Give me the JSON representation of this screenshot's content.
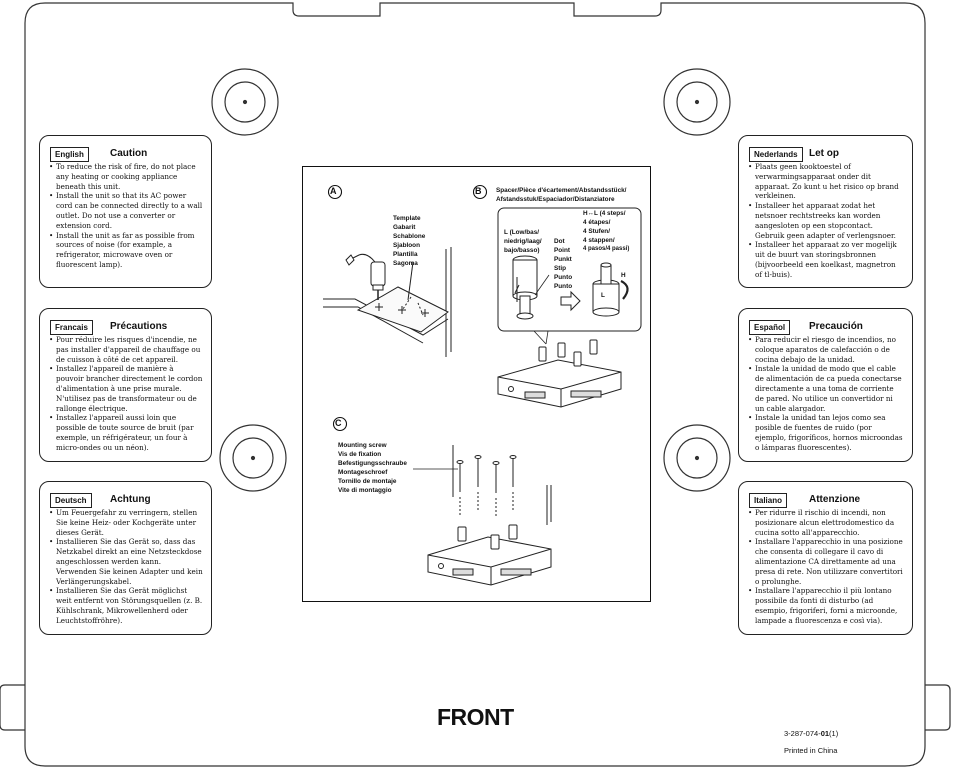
{
  "sections": {
    "english": {
      "lang": "English",
      "title": "Caution",
      "items": [
        "To reduce the risk of fire, do not place any heating or cooking appliance beneath this unit.",
        "Install the unit so that its AC power cord can be connected directly to a wall outlet. Do not use a converter or extension cord.",
        "Install the unit as far as possible from sources of noise (for example, a refrigerator, microwave oven or fluorescent lamp)."
      ]
    },
    "francais": {
      "lang": "Francais",
      "title": "Précautions",
      "items": [
        "Pour réduire les risques d'incendie, ne pas installer d'appareil de chauffage ou de cuisson à côté de cet appareil.",
        "Installez l'appareil de manière à pouvoir brancher directement le cordon d'alimentation à une prise murale. N'utilisez pas de transformateur ou de rallonge électrique.",
        "Installez l'appareil aussi loin que possible de toute source de bruit (par exemple, un réfrigérateur, un four à micro-ondes ou un néon)."
      ]
    },
    "deutsch": {
      "lang": "Deutsch",
      "title": "Achtung",
      "items": [
        "Um Feuergefahr zu verringern, stellen Sie keine Heiz- oder Kochgeräte unter dieses Gerät.",
        "Installieren Sie das Gerät so, dass das Netzkabel direkt an eine Netzsteckdose angeschlossen werden kann. Verwenden Sie keinen Adapter und kein Verlängerungskabel.",
        "Installieren Sie das Gerät möglichst weit entfernt von Störungsquellen (z. B. Kühlschrank, Mikrowellenherd oder Leuchtstoffröhre)."
      ]
    },
    "nederlands": {
      "lang": "Nederlands",
      "title": "Let op",
      "items": [
        "Plaats geen kooktoestel of verwarmingsapparaat onder dit apparaat. Zo kunt u het risico op brand verkleinen.",
        "Installeer het apparaat zodat het netsnoer rechtstreeks kan worden aangesloten op een stopcontact. Gebruik geen adapter of verlengsnoer.",
        "Installeer het apparaat zo ver mogelijk uit de buurt van storingsbronnen (bijvoorbeeld een koelkast, magnetron of tl-buis)."
      ]
    },
    "espanol": {
      "lang": "Español",
      "title": "Precaución",
      "items": [
        "Para reducir el riesgo de incendios, no coloque aparatos de calefacción o de cocina debajo de la unidad.",
        "Instale la unidad de modo que el cable de alimentación de ca pueda conectarse directamente a una toma de corriente de pared. No utilice un convertidor ni un cable alargador.",
        "Instale la unidad tan lejos como sea posible de fuentes de ruido (por ejemplo, frigoríficos, hornos microondas o lámparas fluorescentes)."
      ]
    },
    "italiano": {
      "lang": "Italiano",
      "title": "Attenzione",
      "items": [
        "Per ridurre il rischio di incendi, non posizionare alcun elettrodomestico da cucina sotto all'apparecchio.",
        "Installare l'apparecchio in una posizione che consenta di collegare il cavo di alimentazione CA direttamente ad una presa di rete. Non utilizzare convertitori o prolunghe.",
        "Installare l'apparecchio il più lontano possibile da fonti di disturbo (ad esempio, frigoriferi, forni a microonde, lampade a fluorescenza e così via)."
      ]
    }
  },
  "illustration": {
    "marker_a": "A",
    "marker_b": "B",
    "marker_c": "C",
    "template_labels": [
      "Template",
      "Gabarit",
      "Schablone",
      "Sjabloon",
      "Plantilla",
      "Sagoma"
    ],
    "spacer_title": "Spacer/Pièce d'écartement/Abstandsstück/ Afstandsstuk/Espaciador/Distanziatore",
    "low_labels": [
      "L (Low/bas/",
      "niedrig/laag/",
      "bajo/basso)"
    ],
    "dot_labels": [
      "Dot",
      "Point",
      "Punkt",
      "Stip",
      "Punto",
      "Punto"
    ],
    "steps_labels": [
      "H↔L (4 steps/",
      "4 étapes/",
      "4 Stufen/",
      "4 stappen/",
      "4 pasos/4 passi)"
    ],
    "h_mark": "H",
    "l_mark": "L",
    "screw_labels": [
      "Mounting screw",
      "Vis de fixation",
      "Befestigungsschraube",
      "Montageschroef",
      "Tornillo de montaje",
      "Vite di montaggio"
    ]
  },
  "footer": {
    "front": "FRONT",
    "code_prefix": "3-287-074-",
    "code_bold": "01",
    "code_suffix": "(1)",
    "printed": "Printed in China"
  }
}
